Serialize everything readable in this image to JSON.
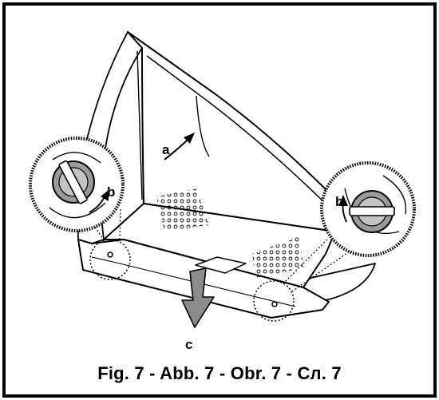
{
  "figure": {
    "caption": "Fig. 7 - Abb. 7 - Obr. 7 - Сл. 7",
    "labels": {
      "a": "a",
      "b_left": "b",
      "b_right": "b",
      "c": "c"
    },
    "icons": [
      "rotation-arrow-icon",
      "lock-knob-icon",
      "pull-down-arrow-icon"
    ],
    "colors": {
      "line": "#000000",
      "fill": "#ffffff",
      "knob": "#9a9a9a",
      "arrow": "#8c8c8c"
    }
  }
}
